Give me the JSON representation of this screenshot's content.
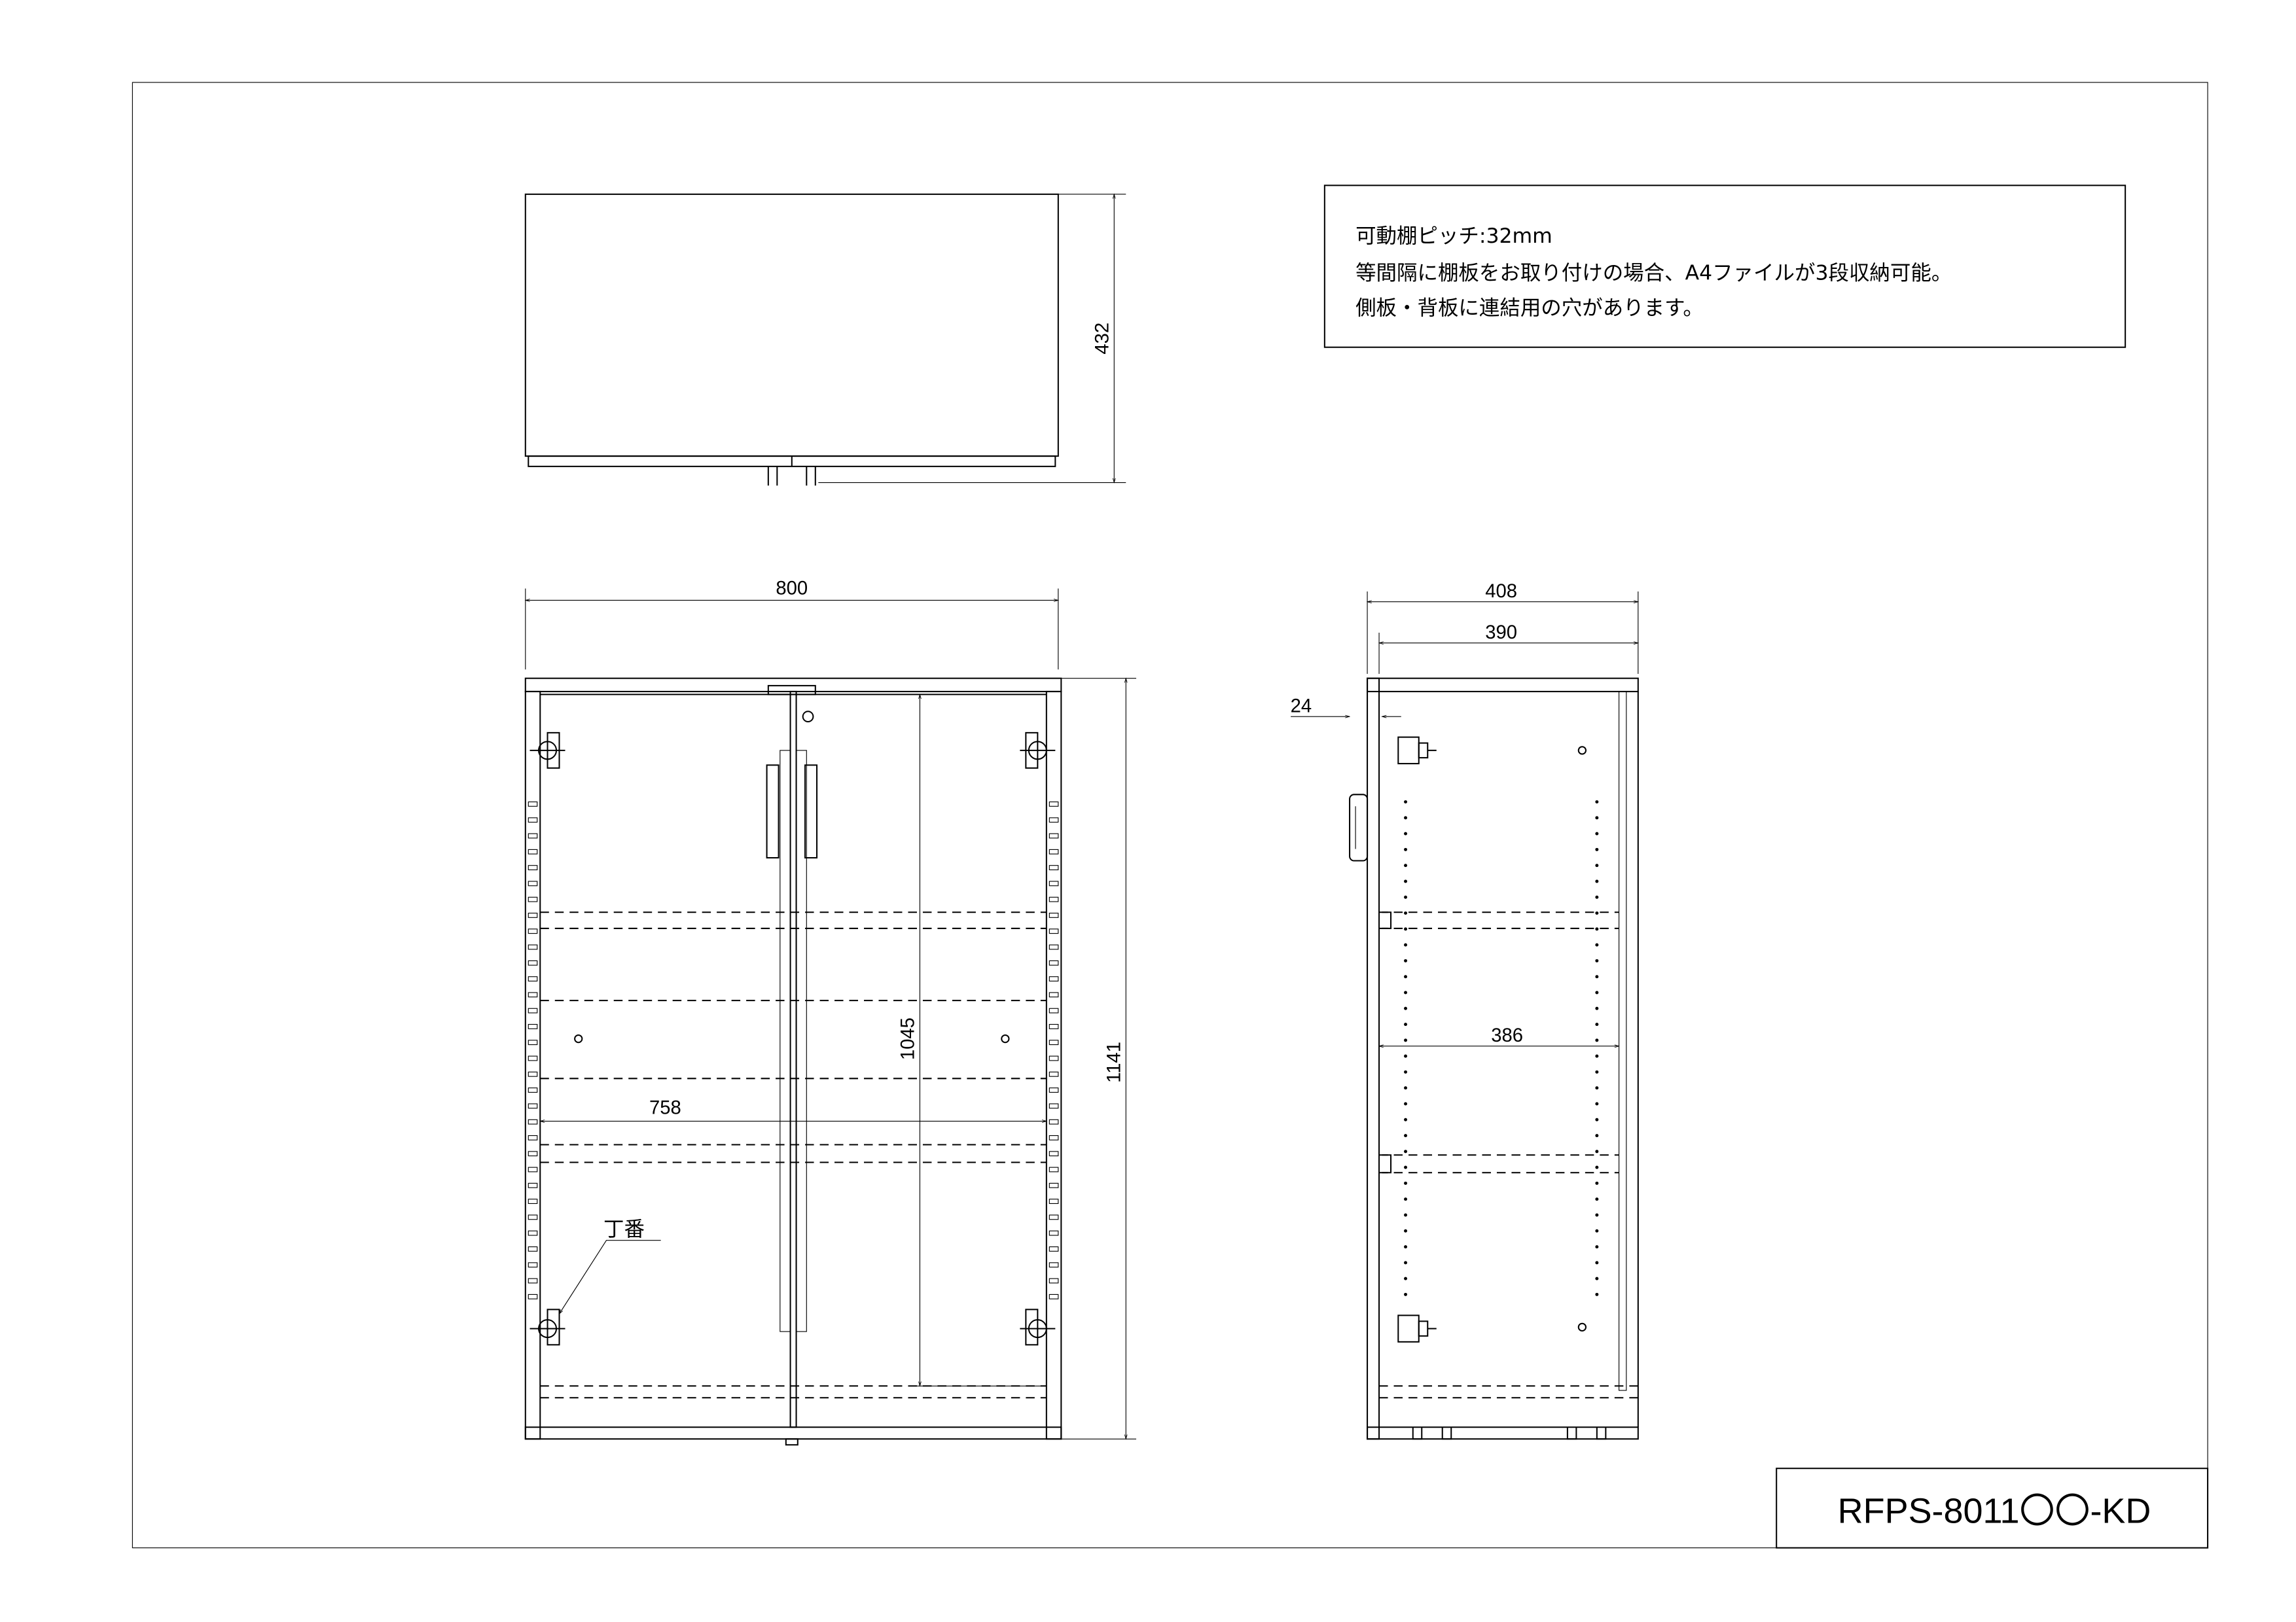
{
  "notes": [
    "可動棚ピッチ:32mm",
    "等間隔に棚板をお取り付けの場合、A4ファイルが3段収納可能。",
    "側板・背板に連結用の穴があります。"
  ],
  "model_number": "RFPS-8011〇〇-KD",
  "top_view": {
    "depth_label": "432"
  },
  "front_view": {
    "width_label": "800",
    "height_label": "1141",
    "inner_height_label": "1045",
    "inner_width_label": "758",
    "hinge_label": "丁番"
  },
  "side_view": {
    "depth_label": "408",
    "inner_depth_label": "390",
    "door_thickness_label": "24",
    "shelf_depth_label": "386"
  },
  "colors": {
    "line": "#000000",
    "background": "#ffffff"
  }
}
